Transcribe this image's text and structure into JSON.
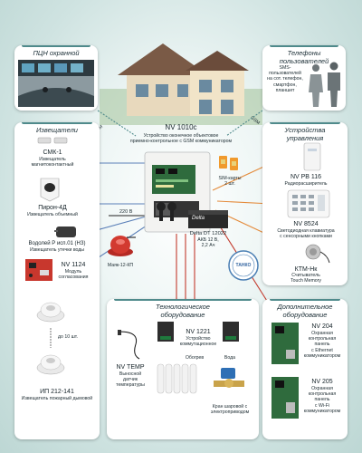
{
  "cards": {
    "pcn": {
      "title": "ПЦН охранной структуры"
    },
    "phones": {
      "title": "Телефоны пользователей",
      "note": "SMS-\nпользователей\nна сот. телефон,\nсмартфон,\nпланшет"
    },
    "sensors": {
      "title": "Извещатели"
    },
    "control": {
      "title": "Устройства\nуправления"
    },
    "tech": {
      "title": "Технологическое\nоборудование"
    },
    "extra": {
      "title": "Дополнительное\nоборудование"
    }
  },
  "links": {
    "gsm_left": "GSM",
    "gsm_right": "GSM"
  },
  "central": {
    "name": "NV 1010c",
    "desc": "Устройство оконечное объектовое\nприемно-контрольное с GSM коммуникатором",
    "sim": "SIM-карты\n2 шт.",
    "power_label": "220 В",
    "battery_brand": "Delta",
    "battery_name": "Delta DT 12022",
    "battery_desc": "АКБ 12 В,\n2,2 Ач",
    "siren": "Маяк-12-КП",
    "brand_logo": "ТАНКО"
  },
  "sensors": [
    {
      "name": "СМК-1",
      "desc": "Извещатель\nмагнитоконтактный"
    },
    {
      "name": "Пирон-4Д",
      "desc": "Извещатель объемный"
    },
    {
      "name": "Водолей Р исп.01 (НЗ)",
      "desc": "Извещатель утечки воды"
    },
    {
      "name": "NV 1124",
      "desc": "Модуль\nсогласования"
    },
    {
      "name": "до 10 шт.",
      "desc": ""
    },
    {
      "name": "ИП 212-141",
      "desc": "Извещатель пожарный дымовой"
    }
  ],
  "control": [
    {
      "name": "NV PB 116",
      "desc": "Радиорасширитель"
    },
    {
      "name": "NV 8524",
      "desc": "Светодиодная клавиатура\nс сенсорными кнопками"
    },
    {
      "name": "КТМ-Нк",
      "desc": "Считыватель\nTouch Memory"
    }
  ],
  "tech": {
    "temp": {
      "name": "NV TEMP",
      "desc": "Выносной\nдатчик\nтемпературы"
    },
    "module": {
      "name": "NV 1221",
      "desc": "Устройство\nкоммутационное"
    },
    "heating": "Обогрев",
    "water": "Вода",
    "valve": "Кран шаровой с\nэлектроприводом"
  },
  "extra": [
    {
      "name": "NV 204",
      "desc": "Охранная\nконтрольная\nпанель\nс Ethernet\nкоммуникатором"
    },
    {
      "name": "NV 205",
      "desc": "Охранная\nконтрольная\nпанель\nс Wi-Fi\nкоммуникатором"
    }
  ],
  "colors": {
    "teal": "#4f8a8b",
    "wire_blue": "#5a7fb8",
    "wire_red": "#c33b2e",
    "wire_orange": "#e48a3a",
    "wire_black": "#222222",
    "board_green": "#2f6b3d",
    "pcb_red": "#c8372d"
  }
}
